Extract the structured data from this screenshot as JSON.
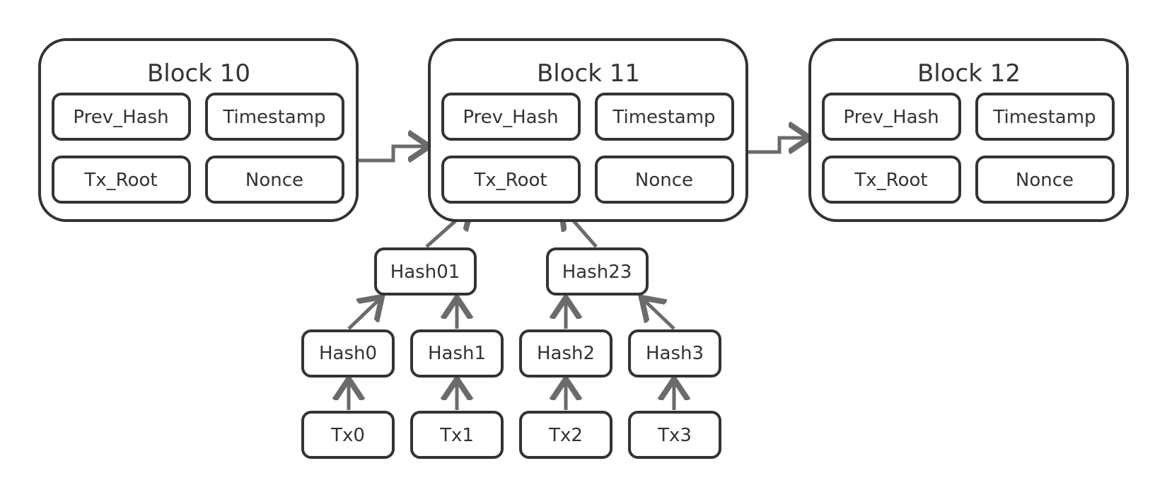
{
  "blocks": [
    {
      "title": "Block 10",
      "fields": [
        "Prev_Hash",
        "Timestamp",
        "Tx_Root",
        "Nonce"
      ]
    },
    {
      "title": "Block 11",
      "fields": [
        "Prev_Hash",
        "Timestamp",
        "Tx_Root",
        "Nonce"
      ]
    },
    {
      "title": "Block 12",
      "fields": [
        "Prev_Hash",
        "Timestamp",
        "Tx_Root",
        "Nonce"
      ]
    }
  ],
  "merkle": {
    "level1": [
      "Hash01",
      "Hash23"
    ],
    "level2": [
      "Hash0",
      "Hash1",
      "Hash2",
      "Hash3"
    ],
    "transactions": [
      "Tx0",
      "Tx1",
      "Tx2",
      "Tx3"
    ]
  },
  "colors": {
    "outline": "#333333",
    "arrow": "#6b6b6b",
    "background": "#ffffff"
  }
}
